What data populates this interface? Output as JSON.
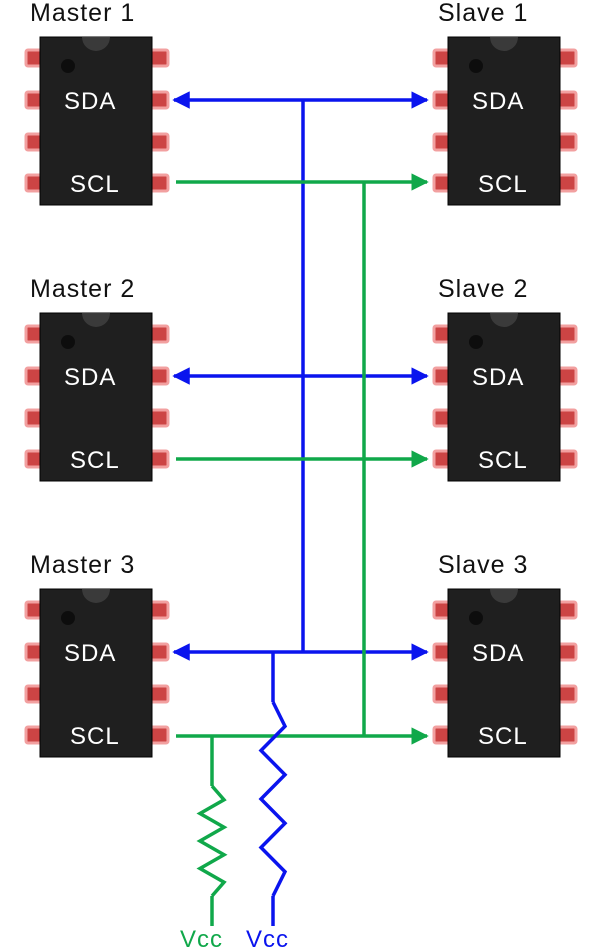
{
  "colors": {
    "sda": "#0a14ee",
    "scl": "#10a84a",
    "chip_body": "#1f1f1f",
    "pin_fill": "#cc4444",
    "pin_glow": "#f2a0a0"
  },
  "masters": [
    {
      "title": "Master 1",
      "sda": "SDA",
      "scl": "SCL"
    },
    {
      "title": "Master 2",
      "sda": "SDA",
      "scl": "SCL"
    },
    {
      "title": "Master 3",
      "sda": "SDA",
      "scl": "SCL"
    }
  ],
  "slaves": [
    {
      "title": "Slave 1",
      "sda": "SDA",
      "scl": "SCL"
    },
    {
      "title": "Slave 2",
      "sda": "SDA",
      "scl": "SCL"
    },
    {
      "title": "Slave 3",
      "sda": "SDA",
      "scl": "SCL"
    }
  ],
  "pullups": {
    "scl_label": "Vcc",
    "sda_label": "Vcc"
  }
}
